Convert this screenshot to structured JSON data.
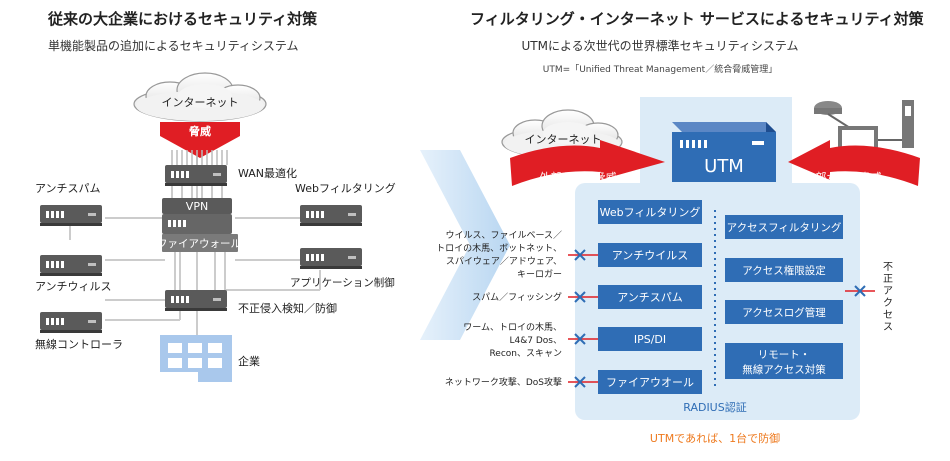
{
  "left": {
    "title": "従来の大企業におけるセキュリティ対策",
    "subtitle": "単機能製品の追加によるセキュリティシステム",
    "internet": "インターネット",
    "threat": "脅威",
    "wan": "WAN最適化",
    "vpn": "VPN",
    "firewall": "ファイアウォール",
    "antispam": "アンチスパム",
    "webfilter": "Webフィルタリング",
    "antivirus": "アンチウィルス",
    "appcontrol": "アプリケーション制御",
    "ids": "不正侵入検知／防御",
    "wireless": "無線コントローラ",
    "enterprise": "企業"
  },
  "right": {
    "title": "フィルタリング・インターネット サービスによるセキュリティ対策",
    "subtitle": "UTMによる次世代の世界標準セキュリティシステム",
    "note": "UTM=「Unified Threat Management／統合脅威管理」",
    "internet": "インターネット",
    "utm": "UTM",
    "external_threat": "外部からの脅威",
    "internal_threat": "内部からの脅威",
    "left_col": [
      "Webフィルタリング",
      "アンチウイルス",
      "アンチスパム",
      "IPS/DI",
      "ファイアウオール"
    ],
    "right_col": [
      "アクセスフィルタリング",
      "アクセス権限設定",
      "アクセスログ管理"
    ],
    "remote1": "リモート・",
    "remote2": "無線アクセス対策",
    "radius": "RADIUS認証",
    "threats": {
      "virus": [
        "ウイルス、ファイルベース／",
        "トロイの木馬、ボットネット、",
        "スパイウェア／アドウェア、",
        "キーロガー"
      ],
      "spam": "スパム／フィッシング",
      "worm": [
        "ワーム、トロイの木馬、",
        "L4&7 Dos、",
        "Recon、スキャン"
      ],
      "dos": "ネットワーク攻撃、DoS攻撃"
    },
    "illegal_access": [
      "不",
      "正",
      "ア",
      "ク",
      "セ",
      "ス"
    ],
    "footer": "UTMであれば、1台で防御"
  },
  "colors": {
    "blue": "#2f6db5",
    "red": "#e01e24",
    "panel": "#dcebf7",
    "orange": "#ee7a1f",
    "device": "#555555"
  }
}
